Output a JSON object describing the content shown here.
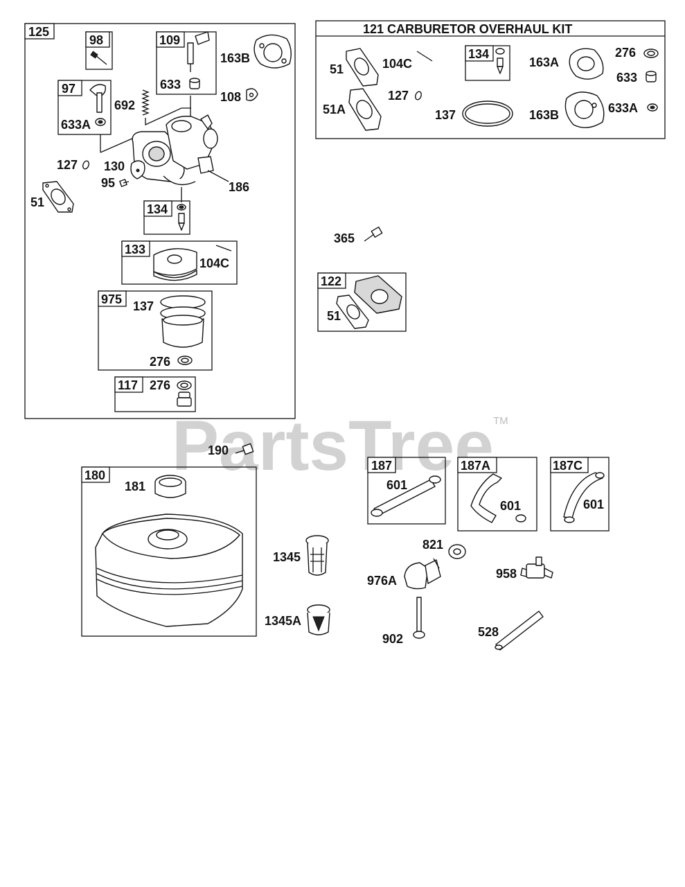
{
  "watermark": {
    "text": "PartsTree",
    "tm": "TM"
  },
  "kit_title": "121 CARBURETOR OVERHAUL KIT",
  "labels": {
    "a125": "125",
    "a98": "98",
    "a109": "109",
    "a633_109": "633",
    "a163B": "163B",
    "a97": "97",
    "a633A_97": "633A",
    "a692": "692",
    "a108": "108",
    "a127": "127",
    "a130": "130",
    "a95": "95",
    "a186": "186",
    "a51": "51",
    "a134": "134",
    "a133": "133",
    "a104C": "104C",
    "a975": "975",
    "a137": "137",
    "a276_975": "276",
    "a117": "117",
    "a276_117": "276",
    "k51": "51",
    "k104C": "104C",
    "k134": "134",
    "k163A": "163A",
    "k276": "276",
    "k633": "633",
    "k51A": "51A",
    "k127": "127",
    "k137": "137",
    "k163B": "163B",
    "k633A": "633A",
    "a365": "365",
    "a122": "122",
    "a51_122": "51",
    "a190": "190",
    "a180": "180",
    "a181": "181",
    "a1345": "1345",
    "a1345A": "1345A",
    "a187": "187",
    "a601_187": "601",
    "a187A": "187A",
    "a601_187A": "601",
    "a187C": "187C",
    "a601_187C": "601",
    "a821": "821",
    "a976A": "976A",
    "a958": "958",
    "a902": "902",
    "a528": "528"
  }
}
